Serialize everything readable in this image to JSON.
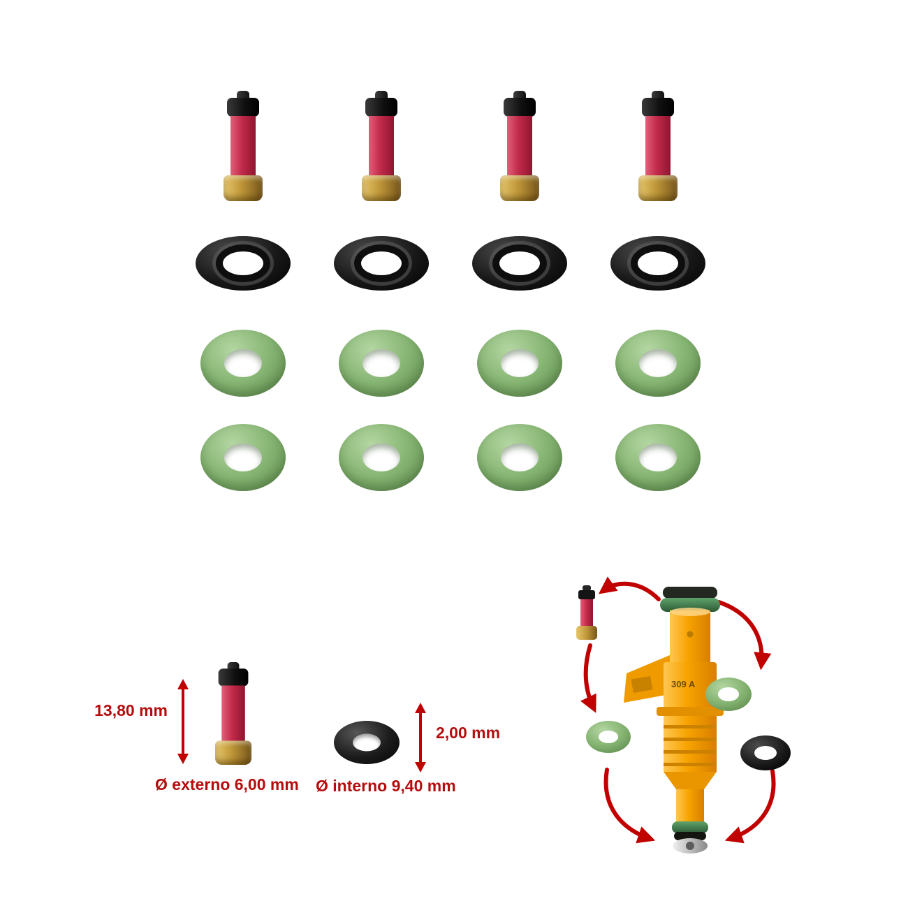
{
  "annotations": {
    "filter_height_label": "13,80 mm",
    "filter_outer_diameter_label": "Ø externo 6,00 mm",
    "seal_thickness_label": "2,00 mm",
    "seal_inner_diameter_label": "Ø interno 9,40 mm"
  },
  "injector": {
    "marking": "309 A"
  },
  "parts": {
    "filter_count": 4,
    "seal_count": 4,
    "oring_count": 8,
    "orings_per_row": 4
  },
  "colors": {
    "annotation_red": "#b50d0d",
    "arrow_red": "#c10000",
    "filter_body_red": "#c22a4a",
    "filter_base_brass": "#bf9739",
    "oring_green": "#86b573",
    "seal_black": "#181818",
    "injector_orange": "#f7a300"
  }
}
